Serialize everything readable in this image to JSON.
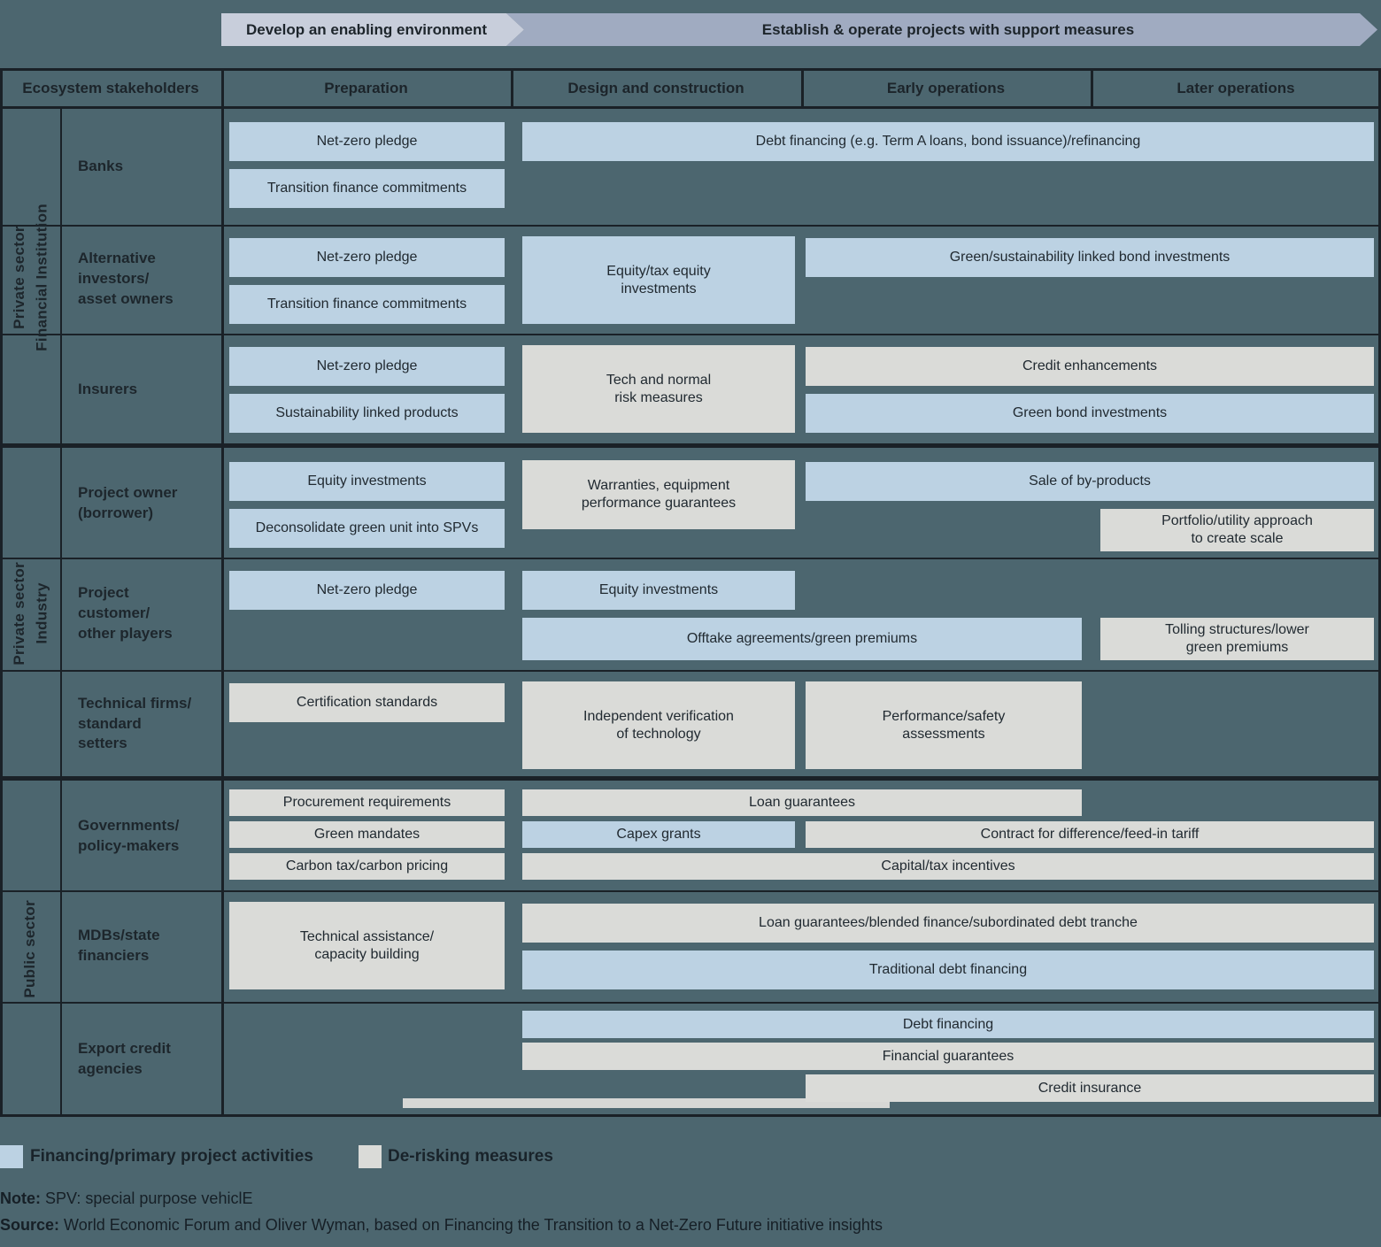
{
  "banner": {
    "phase1": "Develop an enabling environment",
    "phase2": "Establish & operate projects with support measures"
  },
  "header": {
    "stakeholders": "Ecosystem stakeholders",
    "columns": [
      "Preparation",
      "Design and construction",
      "Early operations",
      "Later operations"
    ]
  },
  "colors": {
    "background": "#4C666F",
    "financing": "#BCD2E3",
    "derisking": "#DADBD8",
    "arrow1": "#C8CEDB",
    "arrow2": "#A0ABC1",
    "line": "#1A2127",
    "sliver": "#D6D7D5"
  },
  "groups": [
    {
      "label": "Private sector\nFinancial Institution",
      "rows": [
        {
          "label": "Banks",
          "cells": [
            {
              "text": "Net-zero pledge",
              "kind": "financing",
              "col_start": 1,
              "col_end": 1,
              "slot": 0
            },
            {
              "text": "Transition finance commitments",
              "kind": "financing",
              "col_start": 1,
              "col_end": 1,
              "slot": 1
            },
            {
              "text": "Debt financing (e.g. Term A loans, bond issuance)/refinancing",
              "kind": "financing",
              "col_start": 2,
              "col_end": 4,
              "slot": 0
            }
          ]
        },
        {
          "label": "Alternative\ninvestors/\nasset owners",
          "cells": [
            {
              "text": "Net-zero pledge",
              "kind": "financing",
              "col_start": 1,
              "col_end": 1,
              "slot": 0
            },
            {
              "text": "Transition finance commitments",
              "kind": "financing",
              "col_start": 1,
              "col_end": 1,
              "slot": 1
            },
            {
              "text": "Equity/tax equity\ninvestments",
              "kind": "financing",
              "col_start": 2,
              "col_end": 2,
              "tall": true
            },
            {
              "text": "Green/sustainability linked bond investments",
              "kind": "financing",
              "col_start": 3,
              "col_end": 4,
              "slot": 0
            }
          ]
        },
        {
          "label": "Insurers",
          "cells": [
            {
              "text": "Net-zero pledge",
              "kind": "financing",
              "col_start": 1,
              "col_end": 1,
              "slot": 0
            },
            {
              "text": "Sustainability linked products",
              "kind": "financing",
              "col_start": 1,
              "col_end": 1,
              "slot": 1
            },
            {
              "text": "Tech and normal\nrisk measures",
              "kind": "derisking",
              "col_start": 2,
              "col_end": 2,
              "tall": true
            },
            {
              "text": "Credit enhancements",
              "kind": "derisking",
              "col_start": 3,
              "col_end": 4,
              "slot": 0
            },
            {
              "text": "Green bond investments",
              "kind": "financing",
              "col_start": 3,
              "col_end": 4,
              "slot": 1
            }
          ]
        }
      ]
    },
    {
      "label": "Private sector\nIndustry",
      "rows": [
        {
          "label": "Project owner\n(borrower)",
          "cells": [
            {
              "text": "Equity investments",
              "kind": "financing",
              "col_start": 1,
              "col_end": 1,
              "slot": 0
            },
            {
              "text": "Deconsolidate green unit into SPVs",
              "kind": "financing",
              "col_start": 1,
              "col_end": 1,
              "slot": 1
            },
            {
              "text": "Warranties, equipment\nperformance guarantees",
              "kind": "derisking",
              "col_start": 2,
              "col_end": 2,
              "tall": true,
              "h": 78
            },
            {
              "text": "Sale of by-products",
              "kind": "financing",
              "col_start": 3,
              "col_end": 4,
              "slot": 0
            },
            {
              "text": "Portfolio/utility approach\nto create scale",
              "kind": "derisking",
              "col_start": 4,
              "col_end": 4,
              "slot": 1,
              "h": 48
            }
          ]
        },
        {
          "label": "Project\ncustomer/\nother players",
          "cells": [
            {
              "text": "Net-zero pledge",
              "kind": "financing",
              "col_start": 1,
              "col_end": 1,
              "slot": 0
            },
            {
              "text": "Equity investments",
              "kind": "financing",
              "col_start": 2,
              "col_end": 2,
              "slot": 0
            },
            {
              "text": "Offtake agreements/green premiums",
              "kind": "financing",
              "col_start": 2,
              "col_end": 3,
              "slot": 1,
              "h": 48
            },
            {
              "text": "Tolling structures/lower\ngreen premiums",
              "kind": "derisking",
              "col_start": 4,
              "col_end": 4,
              "slot": 1,
              "h": 48
            }
          ]
        },
        {
          "label": "Technical firms/\nstandard\nsetters",
          "cells": [
            {
              "text": "Certification standards",
              "kind": "derisking",
              "col_start": 1,
              "col_end": 1,
              "slot": 0
            },
            {
              "text": "Independent verification\nof technology",
              "kind": "derisking",
              "col_start": 2,
              "col_end": 2,
              "tall": true
            },
            {
              "text": "Performance/safety\nassessments",
              "kind": "derisking",
              "col_start": 3,
              "col_end": 3,
              "tall": true
            }
          ]
        }
      ]
    },
    {
      "label": "Public sector",
      "rows": [
        {
          "label": "Governments/\npolicy-makers",
          "cells": [
            {
              "text": "Procurement requirements",
              "kind": "derisking",
              "col_start": 1,
              "col_end": 1,
              "slot": 0
            },
            {
              "text": "Green mandates",
              "kind": "derisking",
              "col_start": 1,
              "col_end": 1,
              "slot": 1
            },
            {
              "text": "Carbon tax/carbon pricing",
              "kind": "derisking",
              "col_start": 1,
              "col_end": 1,
              "slot": 2
            },
            {
              "text": "Loan guarantees",
              "kind": "derisking",
              "col_start": 2,
              "col_end": 3,
              "slot": 0
            },
            {
              "text": "Capex grants",
              "kind": "financing",
              "col_start": 2,
              "col_end": 2,
              "slot": 1
            },
            {
              "text": "Contract for difference/feed-in tariff",
              "kind": "derisking",
              "col_start": 3,
              "col_end": 4,
              "slot": 1
            },
            {
              "text": "Capital/tax incentives",
              "kind": "derisking",
              "col_start": 2,
              "col_end": 4,
              "slot": 2
            }
          ]
        },
        {
          "label": "MDBs/state\nfinanciers",
          "cells": [
            {
              "text": "Technical assistance/\ncapacity building",
              "kind": "derisking",
              "col_start": 1,
              "col_end": 1,
              "tall": true
            },
            {
              "text": "Loan guarantees/blended finance/subordinated debt tranche",
              "kind": "derisking",
              "col_start": 2,
              "col_end": 4,
              "slot": 0
            },
            {
              "text": "Traditional debt financing",
              "kind": "financing",
              "col_start": 2,
              "col_end": 4,
              "slot": 1
            }
          ]
        },
        {
          "label": "Export credit\nagencies",
          "cells": [
            {
              "text": "Debt financing",
              "kind": "financing",
              "col_start": 2,
              "col_end": 4,
              "slot": 0
            },
            {
              "text": "Financial guarantees",
              "kind": "derisking",
              "col_start": 2,
              "col_end": 4,
              "slot": 1
            },
            {
              "text": "Credit insurance",
              "kind": "derisking",
              "col_start": 3,
              "col_end": 4,
              "slot": 2
            }
          ]
        }
      ]
    }
  ],
  "legend": [
    {
      "label": "Financing/primary project activities",
      "kind": "financing"
    },
    {
      "label": "De-risking measures",
      "kind": "derisking"
    }
  ],
  "notes": {
    "note_prefix": "Note:",
    "note_body": " SPV: special purpose vehiclE",
    "source_prefix": "Source:",
    "source_body": " World Economic Forum and Oliver Wyman, based on Financing the Transition to a Net-Zero Future initiative insights"
  }
}
